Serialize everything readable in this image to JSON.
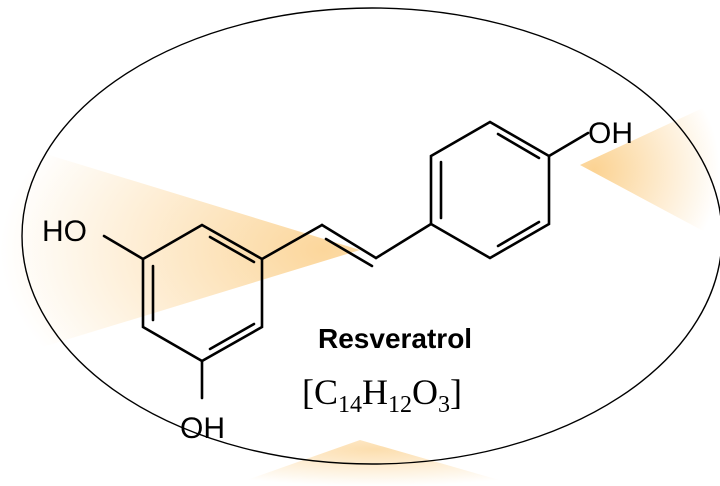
{
  "compound": {
    "name": "Resveratrol",
    "formula": {
      "open": "[",
      "c": "C",
      "c_count": "14",
      "h": "H",
      "h_count": "12",
      "o": "O",
      "o_count": "3",
      "close": "]"
    }
  },
  "atoms": {
    "oh_top": "OH",
    "ho_left": "HO",
    "oh_bottom": "OH"
  },
  "colors": {
    "background": "#ffffff",
    "glow": "#f9b54a",
    "stroke": "#000000"
  }
}
